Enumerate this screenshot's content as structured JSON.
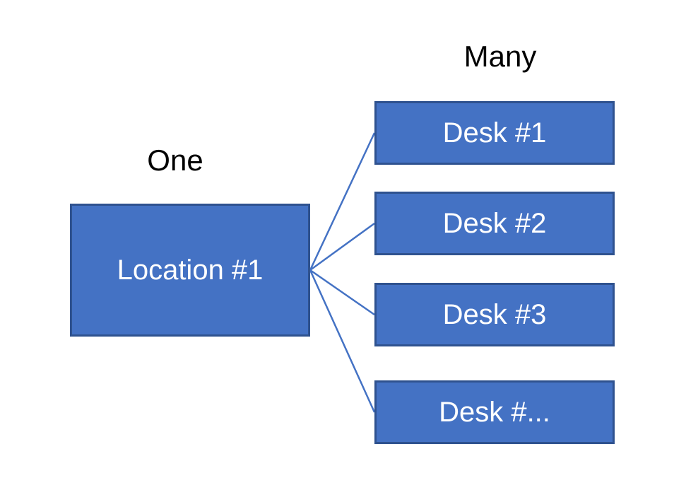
{
  "diagram": {
    "left_label": "One",
    "right_label": "Many",
    "one_entity": {
      "label": "Location #1"
    },
    "many_entities": [
      {
        "label": "Desk #1"
      },
      {
        "label": "Desk #2"
      },
      {
        "label": "Desk #3"
      },
      {
        "label": "Desk #..."
      }
    ],
    "connections": [
      {
        "from": "Location #1",
        "to": "Desk #1"
      },
      {
        "from": "Location #1",
        "to": "Desk #2"
      },
      {
        "from": "Location #1",
        "to": "Desk #3"
      },
      {
        "from": "Location #1",
        "to": "Desk #..."
      }
    ],
    "colors": {
      "box_fill": "#4472C4",
      "box_border": "#2F528F",
      "connector": "#4472C4",
      "box_text": "#FFFFFF",
      "label_text": "#000000"
    }
  }
}
